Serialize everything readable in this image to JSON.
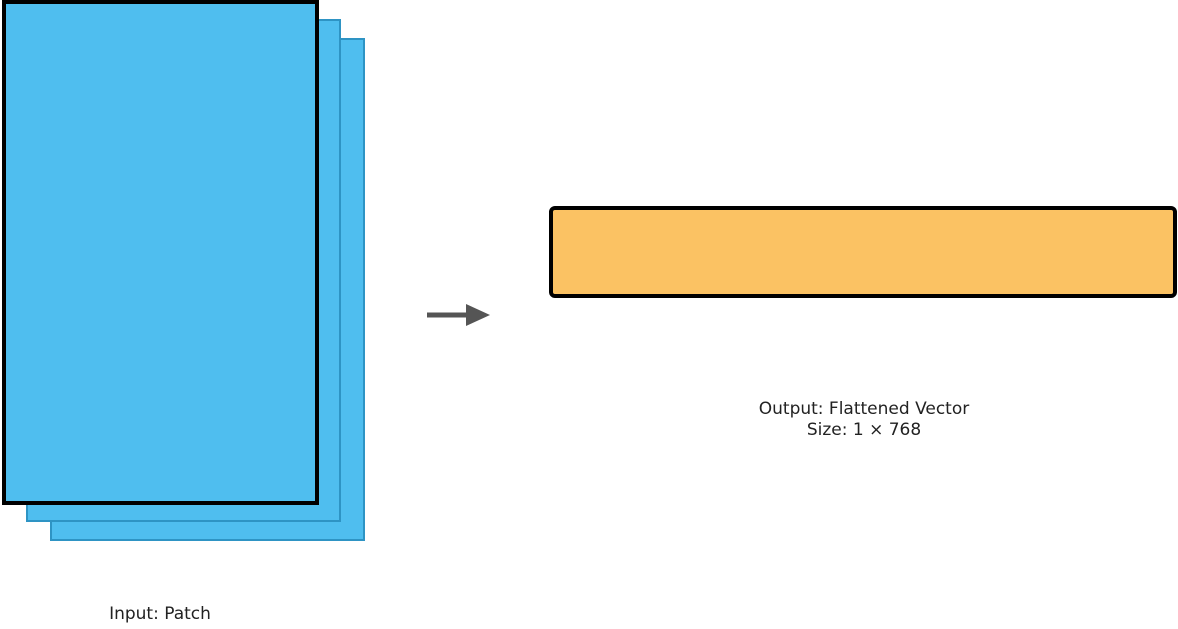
{
  "input": {
    "label": "Input: Patch",
    "layer_count": 3,
    "front_color": "#4fbeef",
    "back_color": "#4fbeef",
    "back_border_color": "#2e94c4",
    "front_border_color": "#000000"
  },
  "arrow": {
    "color": "#555555",
    "icon": "right-arrow-icon"
  },
  "output": {
    "title": "Output: Flattened Vector",
    "size_text": "Size: 1 × 768",
    "color": "#fbc263",
    "border_color": "#000000"
  }
}
